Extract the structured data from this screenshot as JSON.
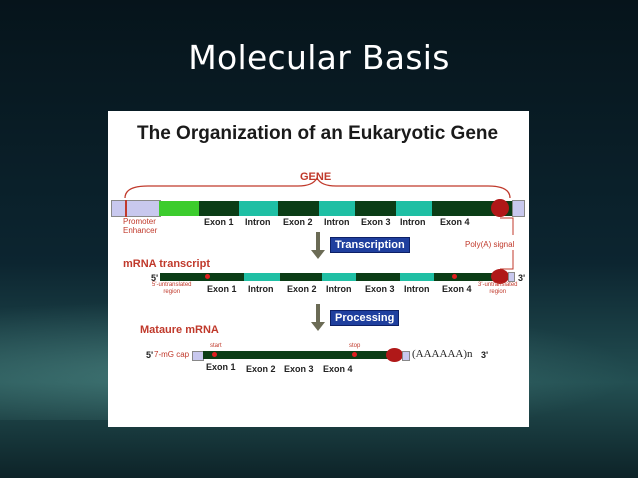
{
  "slide": {
    "title": "Molecular Basis"
  },
  "diagram": {
    "title": "The Organization of  an Eukaryotic Gene",
    "gene_label": "GENE",
    "gene_regions": {
      "promoter": "Promoter\nEnhancer",
      "exons": [
        "Exon 1",
        "Exon 2",
        "Exon 3",
        "Exon 4"
      ],
      "intron": "Intron"
    },
    "polya_signal": "Poly(A) signal",
    "transcription": "Transcription",
    "mrna_transcript": "mRNA transcript",
    "five_prime": "5'",
    "three_prime": "3'",
    "utr5": "5'-untranslated\nregion",
    "utr3": "3'-untranslated\nregion",
    "processing": "Processing",
    "mature_mrna": "Mataure mRNA",
    "cap": "7-mG cap",
    "start": "start",
    "stop": "stop",
    "polya_tail": "(AAAAAA)n"
  },
  "colors": {
    "exon": "#1fbfa4",
    "dark": "#0b3d16",
    "promoter": "#3ccc2d",
    "cap": "#c8c8ee",
    "tail": "#b01818",
    "accent": "#c0392b"
  }
}
